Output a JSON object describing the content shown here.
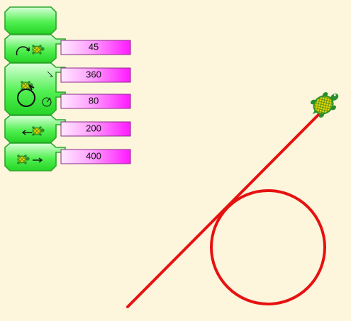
{
  "blocks": {
    "start": {
      "name": "start-block"
    },
    "right": {
      "arg": "45"
    },
    "arc": {
      "angle": "360",
      "radius": "80"
    },
    "back": {
      "arg": "200"
    },
    "forward": {
      "arg": "400"
    }
  },
  "icons": {
    "turn_right": "turn-right-arrow-icon",
    "turtle": "turtle-icon",
    "arc": "arc-circle-icon",
    "back": "back-arrow-icon",
    "forward": "forward-arrow-icon"
  },
  "colors": {
    "background": "#fdf5dc",
    "block_green": "#33e633",
    "arg_pink": "#ff33ff",
    "trace_red": "#e61111",
    "turtle_shell": "#e6d700",
    "turtle_body": "#2a8f2a"
  }
}
